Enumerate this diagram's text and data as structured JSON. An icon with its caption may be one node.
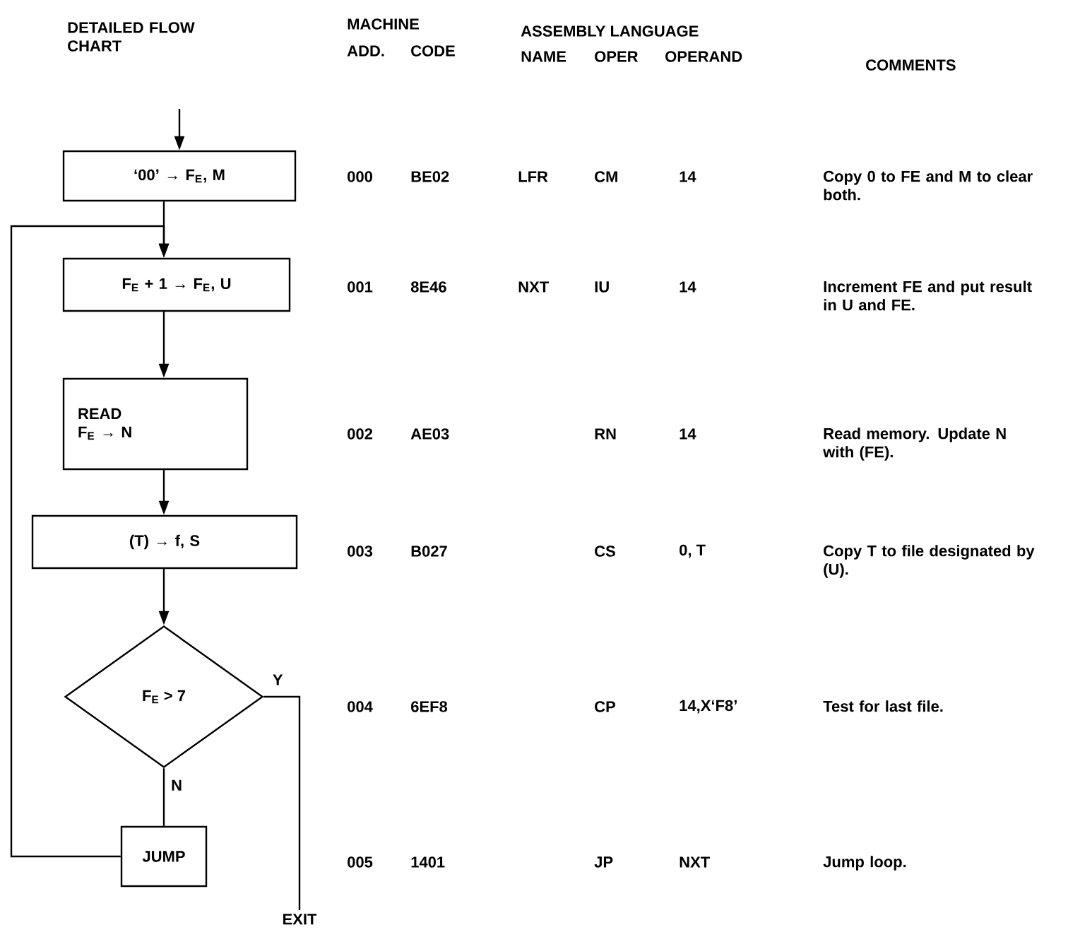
{
  "diagram": {
    "nodes": [
      {
        "text": [
          "‘00’ → F$_{E}$, M"
        ]
      },
      {
        "text": [
          "F$_{E}$ + 1 → F$_{E}$, U"
        ]
      },
      {
        "text": [
          "READ",
          "F$_{E}$ → N"
        ]
      },
      {
        "text": [
          "(T) → f, S"
        ]
      },
      {
        "text": [
          "F$_{E}$ > 7"
        ]
      },
      {
        "text": [
          "JUMP"
        ]
      },
      {
        "text": [
          "EXIT"
        ]
      }
    ],
    "edges": [
      {
        "from": null,
        "to": 0,
        "arrow": "to"
      },
      {
        "from": 0,
        "to": 1,
        "arrow": "to"
      },
      {
        "from": 1,
        "to": 2,
        "arrow": "to"
      },
      {
        "from": 2,
        "to": 3,
        "arrow": "to"
      },
      {
        "from": 3,
        "to": 4,
        "arrow": "to"
      },
      {
        "from": 4,
        "to": 5,
        "arrow": "none",
        "label": "N"
      },
      {
        "from": 4,
        "to": 6,
        "arrow": "none",
        "label": "Y"
      },
      {
        "from": 5,
        "to": 1,
        "arrow": "to"
      }
    ],
    "labels": [
      "DETAILED FLOW CHART",
      "MACHINE",
      "ADD.",
      "CODE",
      "ASSEMBLY LANGUAGE",
      "NAME",
      "OPER",
      "OPERAND",
      "COMMENTS",
      "000",
      "BE02",
      "LFR",
      "CM",
      "14",
      "Copy 0 to FE and M to clear both.",
      "001",
      "8E46",
      "NXT",
      "IU",
      "14",
      "Increment FE and put result in U and FE.",
      "002",
      "AE03",
      "RN",
      "14",
      "Read memory. Update N with (FE).",
      "003",
      "B027",
      "CS",
      "0, T",
      "Copy T to file designated by (U).",
      "004",
      "6EF8",
      "CP",
      "14,X‘F8’",
      "Test for last file.",
      "005",
      "1401",
      "JP",
      "NXT",
      "Jump loop."
    ]
  }
}
